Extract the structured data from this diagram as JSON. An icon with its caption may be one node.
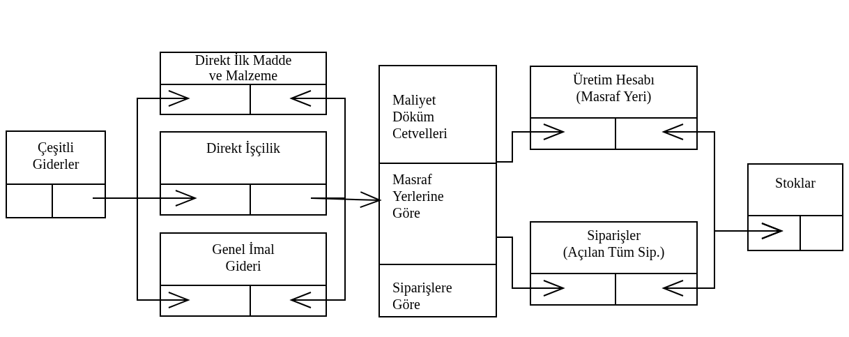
{
  "diagram": {
    "nodes": [
      {
        "text": [
          "Çeşitli Giderler"
        ]
      },
      {
        "text": [
          "Direkt İlk Madde ve Malzeme"
        ]
      },
      {
        "text": [
          "Direkt İşçilik"
        ]
      },
      {
        "text": [
          "Genel İmal Gideri"
        ]
      },
      {
        "text": [],
        "shape": "box"
      },
      {
        "text": [
          "Maliyet Döküm Cetvelleri"
        ],
        "in": 4
      },
      {
        "text": [
          "Masraf Yerlerine Göre"
        ],
        "in": 4
      },
      {
        "text": [
          "Siparişlere Göre"
        ],
        "in": 4
      },
      {
        "text": [
          "Üretim Hesabı",
          "(Masraf Yeri)"
        ]
      },
      {
        "text": [
          "Siparişler",
          "(Açılan Tüm Sip.)"
        ]
      },
      {
        "text": [
          "Stoklar"
        ]
      }
    ],
    "edges": [
      {
        "from": 0,
        "to": 1,
        "arrow": "to"
      },
      {
        "from": 0,
        "to": 2,
        "arrow": "to"
      },
      {
        "from": 0,
        "to": 3,
        "arrow": "to"
      },
      {
        "from": 2,
        "to": 6,
        "arrow": "to"
      },
      {
        "from": 2,
        "to": 1,
        "arrow": "to"
      },
      {
        "from": 2,
        "to": 3,
        "arrow": "to"
      },
      {
        "from": 5,
        "to": 8,
        "arrow": "to"
      },
      {
        "from": 6,
        "to": 9,
        "arrow": "to"
      },
      {
        "from": 8,
        "to": 10,
        "arrow": "both"
      },
      {
        "from": 9,
        "to": 10,
        "arrow": "both"
      }
    ]
  }
}
